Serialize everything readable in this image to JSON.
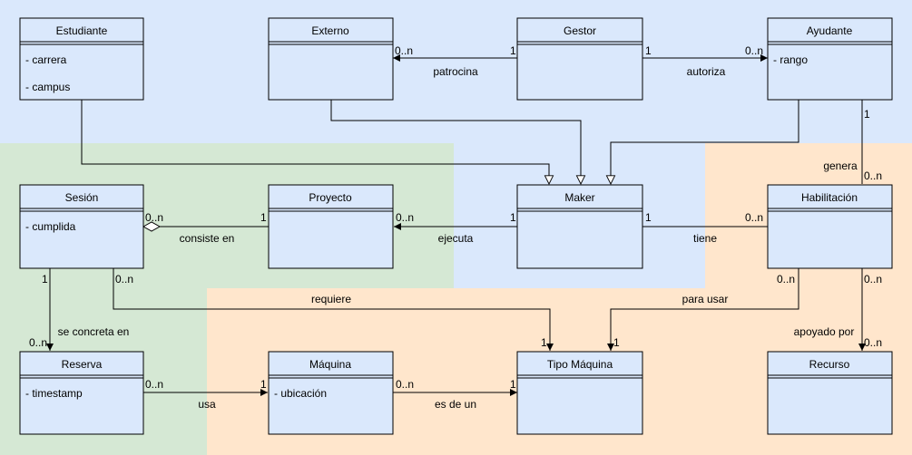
{
  "colors": {
    "blue_region": "#dae8fc",
    "green_region": "#d5e8d4",
    "orange_region": "#ffe6cc",
    "class_fill": "#dae8fc",
    "line": "#000000"
  },
  "classes": {
    "estudiante": {
      "name": "Estudiante",
      "attrs": [
        "- carrera",
        "- campus"
      ]
    },
    "externo": {
      "name": "Externo",
      "attrs": []
    },
    "gestor": {
      "name": "Gestor",
      "attrs": []
    },
    "ayudante": {
      "name": "Ayudante",
      "attrs": [
        "- rango"
      ]
    },
    "sesion": {
      "name": "Sesión",
      "attrs": [
        "- cumplida"
      ]
    },
    "proyecto": {
      "name": "Proyecto",
      "attrs": []
    },
    "maker": {
      "name": "Maker",
      "attrs": []
    },
    "habilitacion": {
      "name": "Habilitación",
      "attrs": []
    },
    "reserva": {
      "name": "Reserva",
      "attrs": [
        "- timestamp"
      ]
    },
    "maquina": {
      "name": "Máquina",
      "attrs": [
        "- ubicación"
      ]
    },
    "tipo_maquina": {
      "name": "Tipo Máquina",
      "attrs": []
    },
    "recurso": {
      "name": "Recurso",
      "attrs": []
    }
  },
  "associations": {
    "patrocina": "patrocina",
    "autoriza": "autoriza",
    "genera": "genera",
    "consiste_en": "consiste en",
    "ejecuta": "ejecuta",
    "tiene": "tiene",
    "requiere": "requiere",
    "para_usar": "para usar",
    "se_concreta_en": "se concreta en",
    "apoyado_por": "apoyado por",
    "usa": "usa",
    "es_de_un": "es de un"
  },
  "multiplicities": {
    "one": "1",
    "many": "0..n"
  }
}
